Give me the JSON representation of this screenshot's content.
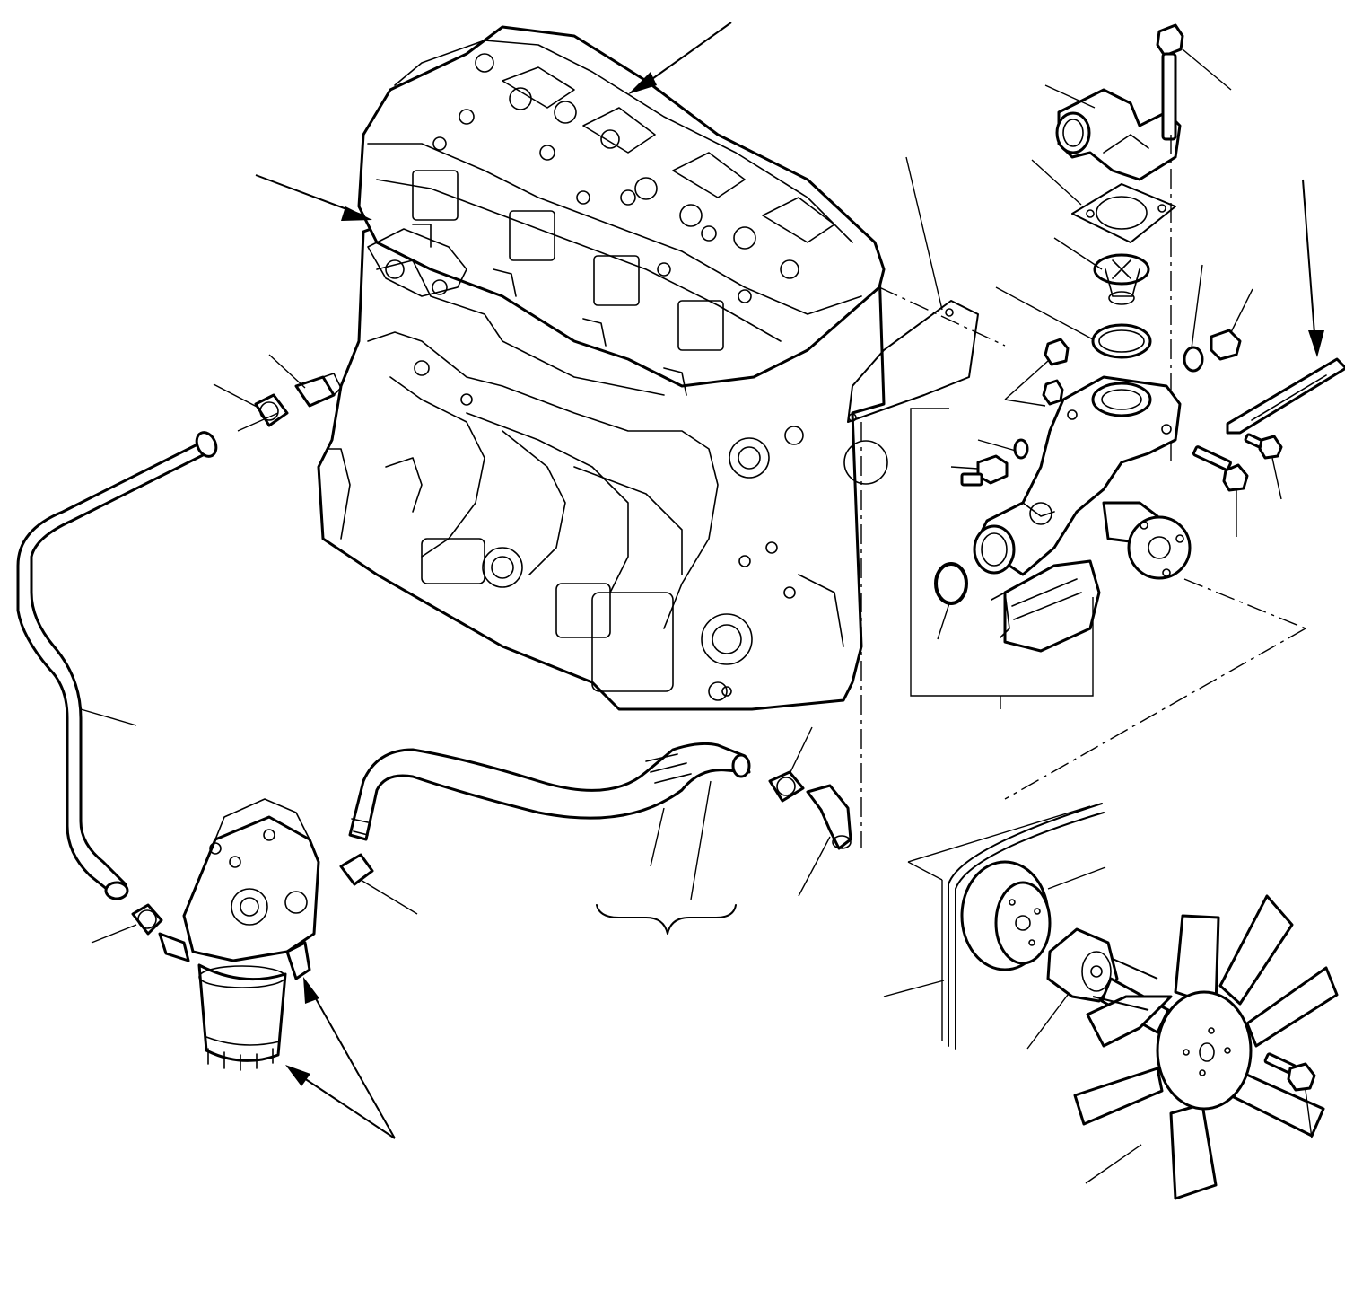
{
  "diagram": {
    "style": "exploded-parts-line-drawing",
    "line_color": "#000000",
    "background_color": "#ffffff",
    "components": [
      "cylinder-head",
      "cylinder-block",
      "thermostat-cover",
      "cover-gasket",
      "thermostat",
      "o-ring",
      "water-pump",
      "pump-gasket",
      "fan-belt-adjuster",
      "coolant-temperature-sensor",
      "coolant-hose-long",
      "coolant-hose-short",
      "hose-clamp",
      "hose-elbow",
      "oil-filter-head",
      "oil-filter-cartridge",
      "fan-pulley",
      "fan-spacer",
      "cooling-fan",
      "fan-belt"
    ],
    "text_labels": []
  }
}
